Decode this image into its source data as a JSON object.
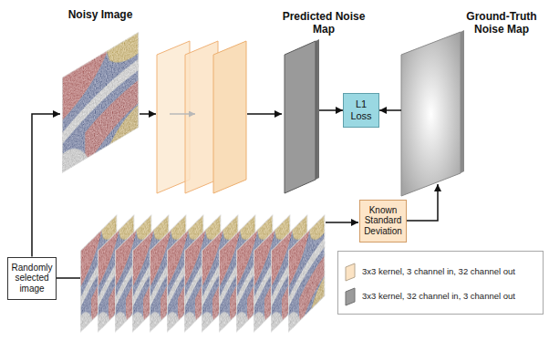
{
  "diagram": {
    "nodes": [
      {
        "text": [
          "Noisy Image"
        ]
      },
      {
        "text": [
          "Predicted Noise Map"
        ]
      },
      {
        "text": [
          "L1 Loss"
        ]
      },
      {
        "text": [
          "Ground-Truth Noise Map"
        ]
      },
      {
        "text": [
          "Randomly selected image"
        ]
      },
      {
        "text": [
          "Known Standard Deviation"
        ]
      }
    ],
    "edges": [
      {
        "from": 1,
        "to": 2,
        "arrow": "to"
      },
      {
        "from": 3,
        "to": 2,
        "arrow": "to"
      },
      {
        "from": 5,
        "to": 3,
        "arrow": "to"
      },
      {
        "from": 4,
        "to": 0,
        "arrow": "to"
      }
    ],
    "legend": [
      {
        "text": "3x3 kernel, 3 channel in, 32 channel out",
        "color": "#fbe3c4"
      },
      {
        "text": "3x3 kernel, 32 channel in, 3 channel out",
        "color": "#9b9b9b"
      }
    ]
  }
}
